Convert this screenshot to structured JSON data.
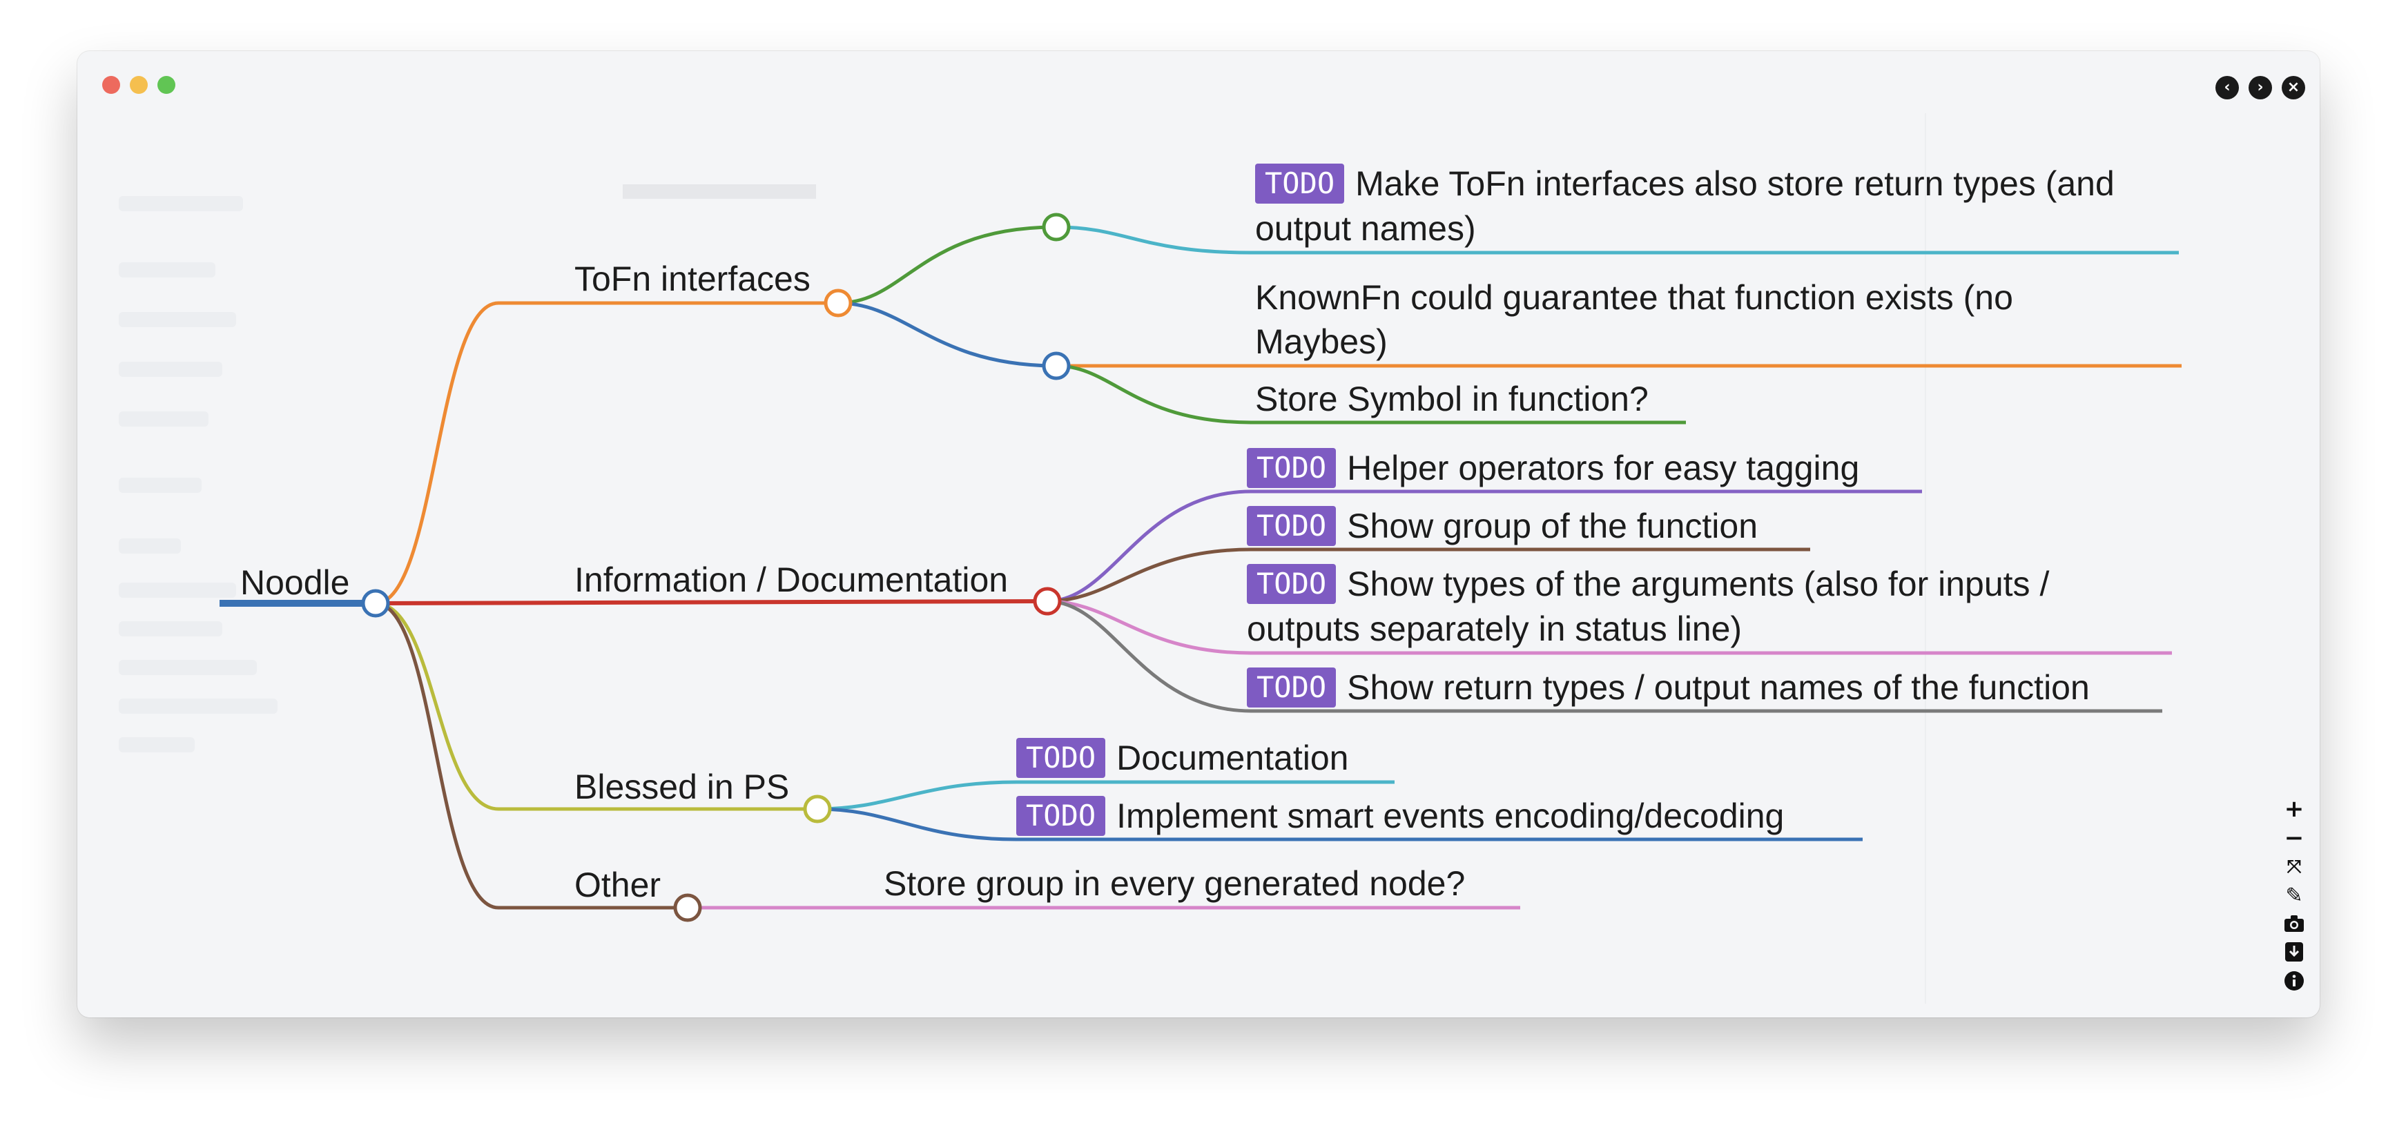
{
  "window": {
    "controls": {
      "back_icon": "arrow-left-circle-icon",
      "forward_icon": "arrow-right-circle-icon",
      "close_icon": "close-circle-icon"
    }
  },
  "mindmap": {
    "root": {
      "label": "Noodle",
      "color": "#3a72b4"
    },
    "branches": [
      {
        "label": "ToFn interfaces",
        "color": "#ee8a33",
        "children": [
          {
            "badge": "TODO",
            "text": "Make ToFn interfaces also store return types (and output names)"
          },
          {
            "text": "KnownFn could guarantee that function exists (no Maybes)"
          },
          {
            "text": "Store Symbol in function?"
          }
        ]
      },
      {
        "label": "Information / Documentation",
        "color": "#c9352c",
        "children": [
          {
            "badge": "TODO",
            "text": "Helper operators for easy tagging"
          },
          {
            "badge": "TODO",
            "text": "Show group of the function"
          },
          {
            "badge": "TODO",
            "text": "Show types of the arguments (also for inputs / outputs separately in status line)"
          },
          {
            "badge": "TODO",
            "text": "Show return types / output names of the function"
          }
        ]
      },
      {
        "label": "Blessed in PS",
        "color": "#b9bb3c",
        "children": [
          {
            "badge": "TODO",
            "text": "Documentation"
          },
          {
            "badge": "TODO",
            "text": "Implement smart events encoding/decoding"
          }
        ]
      },
      {
        "label": "Other",
        "color": "#7c5540",
        "children": [
          {
            "text": "Store group in every generated node?"
          }
        ]
      }
    ]
  },
  "toolbar": {
    "zoom_in": "+",
    "zoom_out": "−",
    "icons": [
      "zoom-in-icon",
      "zoom-out-icon",
      "fit-view-icon",
      "edit-icon",
      "camera-icon",
      "download-icon",
      "info-icon"
    ]
  },
  "colors": {
    "purple_badge": "#7e5bc2",
    "teal": "#4bb4c8",
    "green": "#4f9a3a",
    "blue": "#3a72b4",
    "orange": "#ee8a33",
    "pink": "#d685c9",
    "gray": "#7a7a7a",
    "purple_line": "#8462c4",
    "brown": "#7c5540"
  }
}
